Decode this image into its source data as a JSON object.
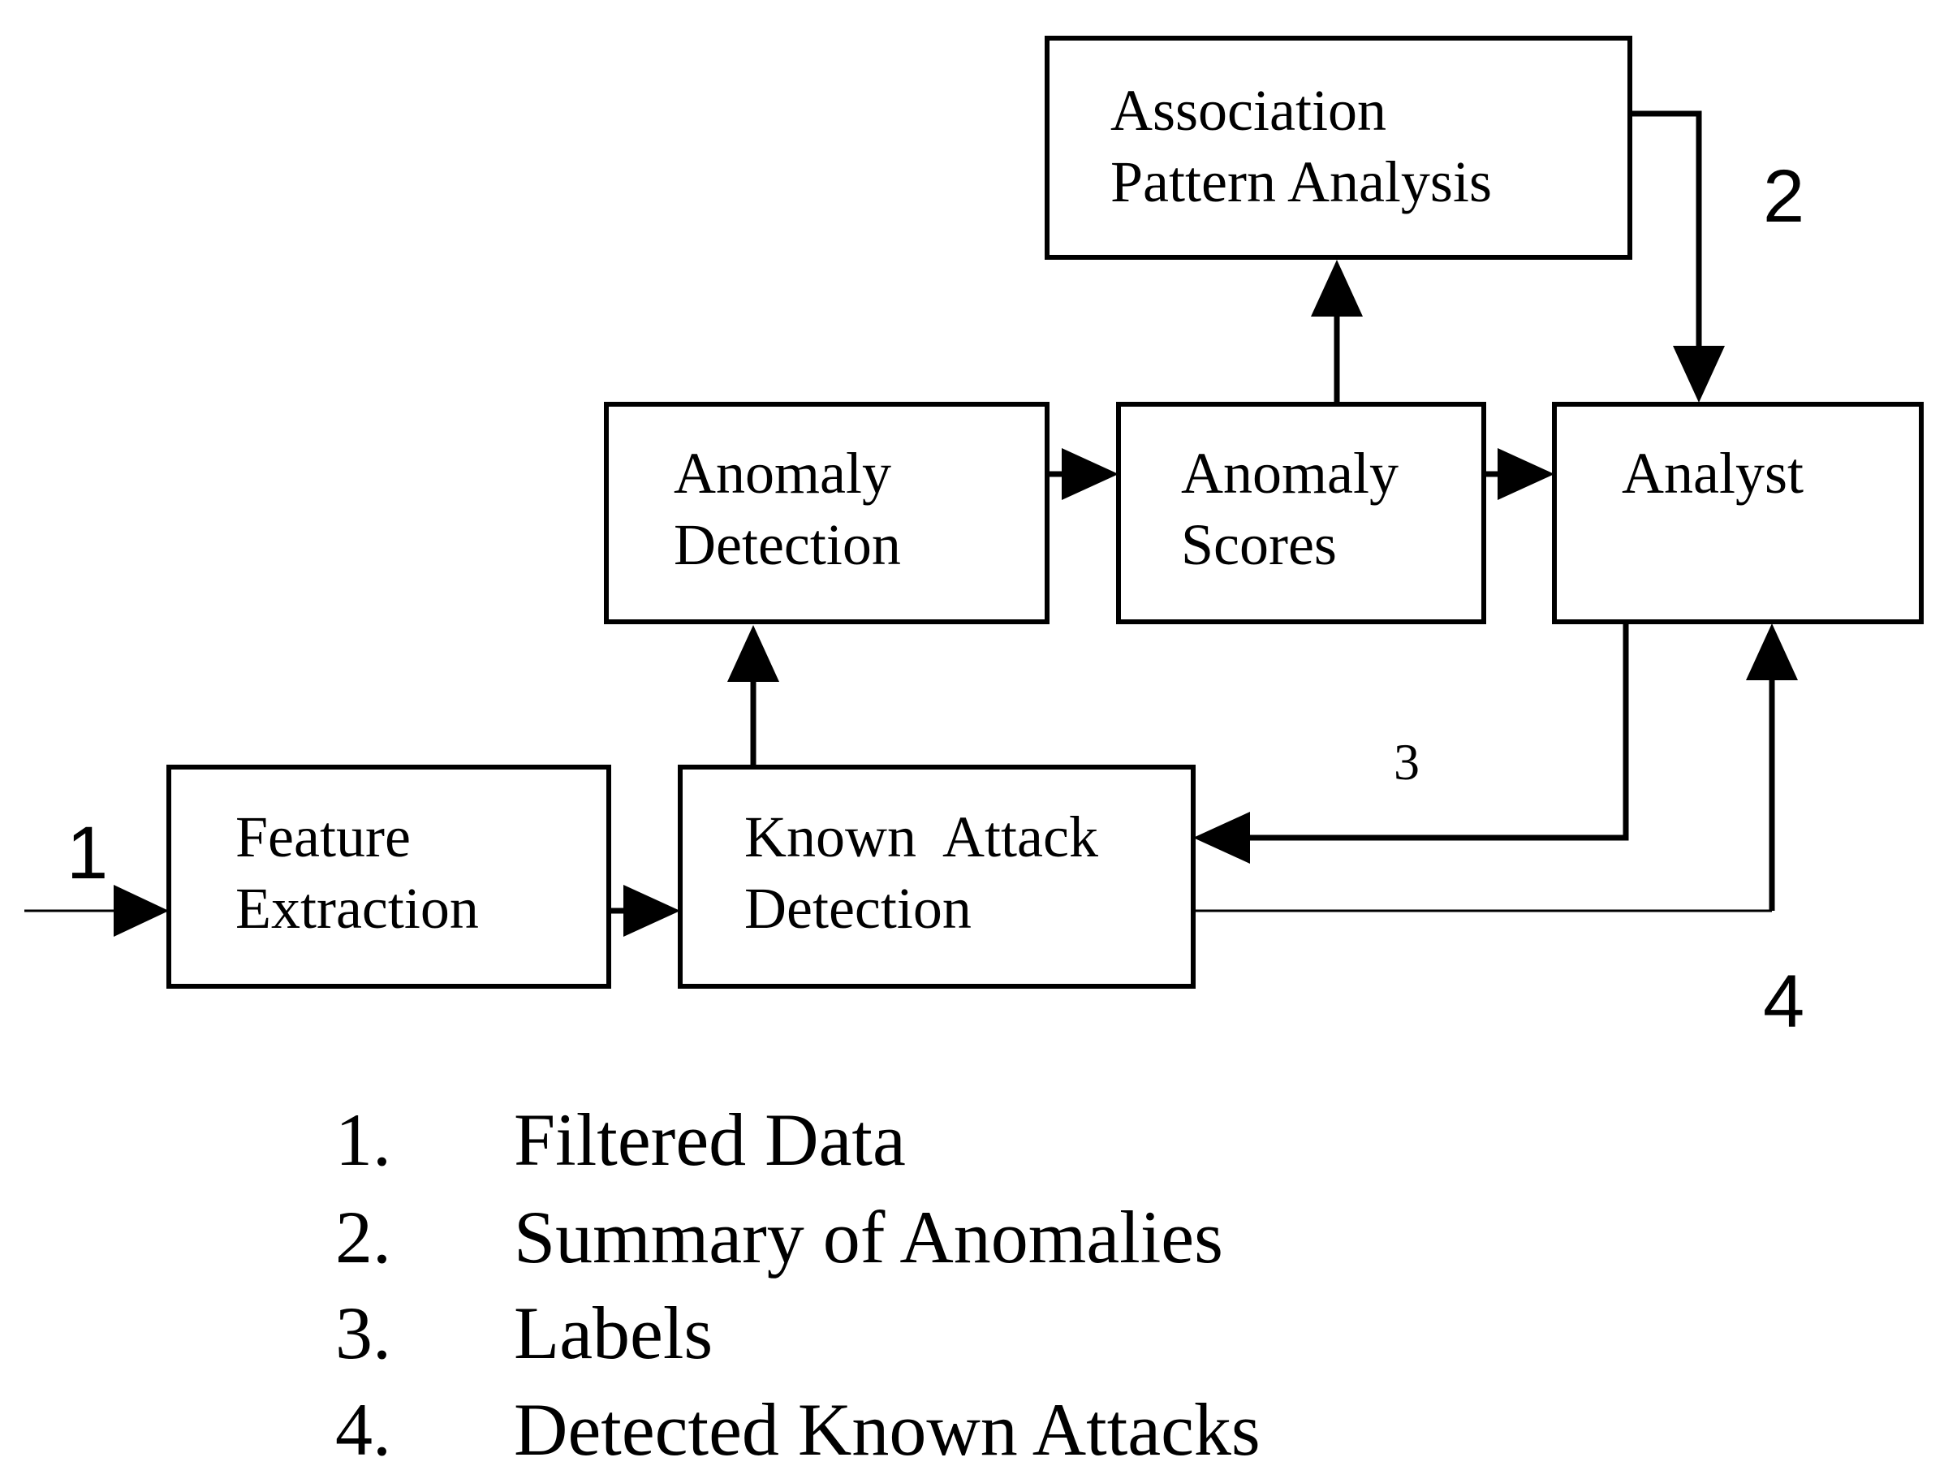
{
  "boxes": {
    "association": {
      "line1": "Association",
      "line2": "Pattern Analysis"
    },
    "anomaly_detection": {
      "line1": "Anomaly",
      "line2": "Detection"
    },
    "anomaly_scores": {
      "line1": "Anomaly",
      "line2": "Scores"
    },
    "analyst": {
      "line1": "Analyst"
    },
    "feature_extraction": {
      "line1": "Feature",
      "line2": "Extraction"
    },
    "known_attack": {
      "line1": "Known  Attack",
      "line2": "Detection"
    }
  },
  "flow_labels": {
    "one": "1",
    "two": "2",
    "three": "3",
    "four": "4"
  },
  "legend": [
    {
      "num": "1.",
      "text": "Filtered Data"
    },
    {
      "num": "2.",
      "text": "Summary of Anomalies"
    },
    {
      "num": "3.",
      "text": "Labels"
    },
    {
      "num": "4.",
      "text": "Detected Known Attacks"
    }
  ]
}
